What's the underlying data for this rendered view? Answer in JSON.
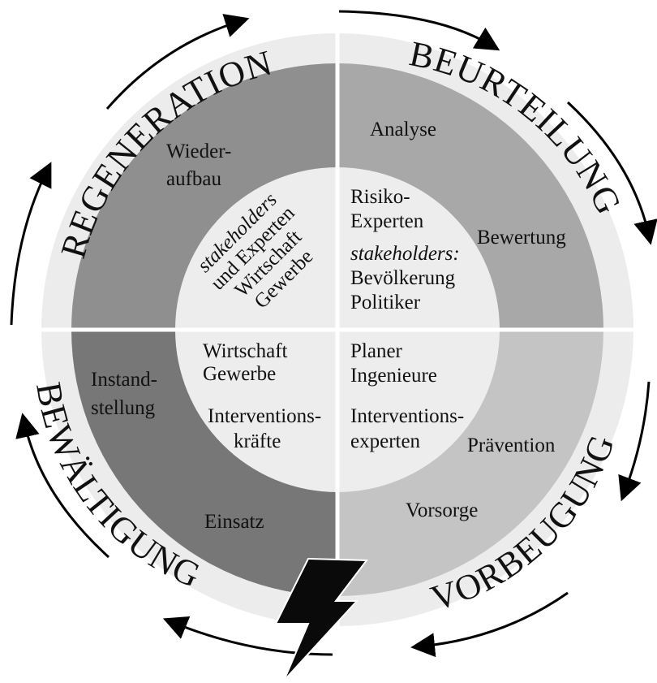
{
  "phases": {
    "regeneration": "REGENERATION",
    "beurteilung": "BEURTEILUNG",
    "vorbeugung": "VORBEUGUNG",
    "bewaeltigung": "BEWÄLTIGUNG"
  },
  "activities": {
    "wiederaufbau_1": "Wieder-",
    "wiederaufbau_2": "aufbau",
    "analyse": "Analyse",
    "bewertung": "Bewertung",
    "praevention": "Prävention",
    "vorsorge": "Vorsorge",
    "einsatz": "Einsatz",
    "instandstellung_1": "Instand-",
    "instandstellung_2": "stellung"
  },
  "actors": {
    "regeneration": [
      "stakeholders",
      "und Experten",
      "Wirtschaft",
      "Gewerbe"
    ],
    "beurteilung": [
      "Risiko-",
      "Experten",
      "stakeholders:",
      "Bevölkerung",
      "Politiker"
    ],
    "bewaeltigung": [
      "Wirtschaft",
      "Gewerbe",
      "Interventions-",
      "kräfte"
    ],
    "vorbeugung": [
      "Planer",
      "Ingenieure",
      "Interventions-",
      "experten"
    ]
  },
  "colors": {
    "outer_ring": "#ececec",
    "regeneration_mid": "#8f8f8f",
    "beurteilung_mid": "#a8a8a8",
    "vorbeugung_mid": "#c4c4c4",
    "bewaeltigung_mid": "#777777",
    "inner_circle": "#ededed",
    "lightning": "#0a0a0a"
  }
}
